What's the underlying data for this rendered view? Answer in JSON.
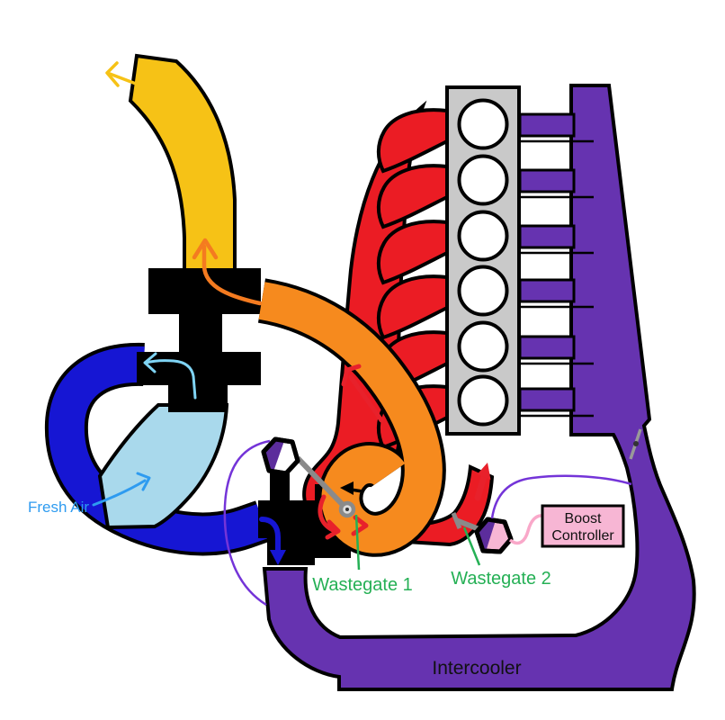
{
  "diagram": {
    "type": "engine-turbo-plumbing-schematic",
    "labels": {
      "fresh_air": "Fresh Air",
      "wastegate_1": "Wastegate 1",
      "wastegate_2": "Wastegate 2",
      "intercooler": "Intercooler",
      "boost_controller": {
        "line1": "Boost",
        "line2": "Controller"
      }
    },
    "colors": {
      "exhaust_outlet_yellow": "#F6C216",
      "turbo_crossover_orange": "#F68A1E",
      "exhaust_red": "#EB1C24",
      "fresh_air_light_blue": "#A9D9EC",
      "interstage_dark_blue": "#1616D3",
      "boost_purple": "#6633B0",
      "vacuum_line_purple": "#7434D8",
      "actuator_purple": "#5C2D9C",
      "boost_controller_pink": "#F7B6D4",
      "signal_line_pink": "#F9A8C9",
      "engine_gray": "#C9C9C9",
      "rod_gray": "#8A8A8A",
      "label_green": "#25B055",
      "label_blue": "#2E9BF0",
      "outline_black": "#000000"
    },
    "engine": {
      "cylinders": 6
    },
    "components": [
      "engine-block",
      "exhaust-manifold",
      "intake-manifold",
      "throttle-valve",
      "turbo-1-body",
      "turbo-2-body",
      "exhaust-outlet-pipe",
      "crossover-pipe",
      "fresh-air-pipe",
      "interstage-pipe",
      "boost-pipe",
      "intercooler-box",
      "wastegate-1-actuator",
      "wastegate-2-actuator",
      "boost-controller-box",
      "vacuum-line-1",
      "vacuum-line-2",
      "signal-line"
    ]
  }
}
